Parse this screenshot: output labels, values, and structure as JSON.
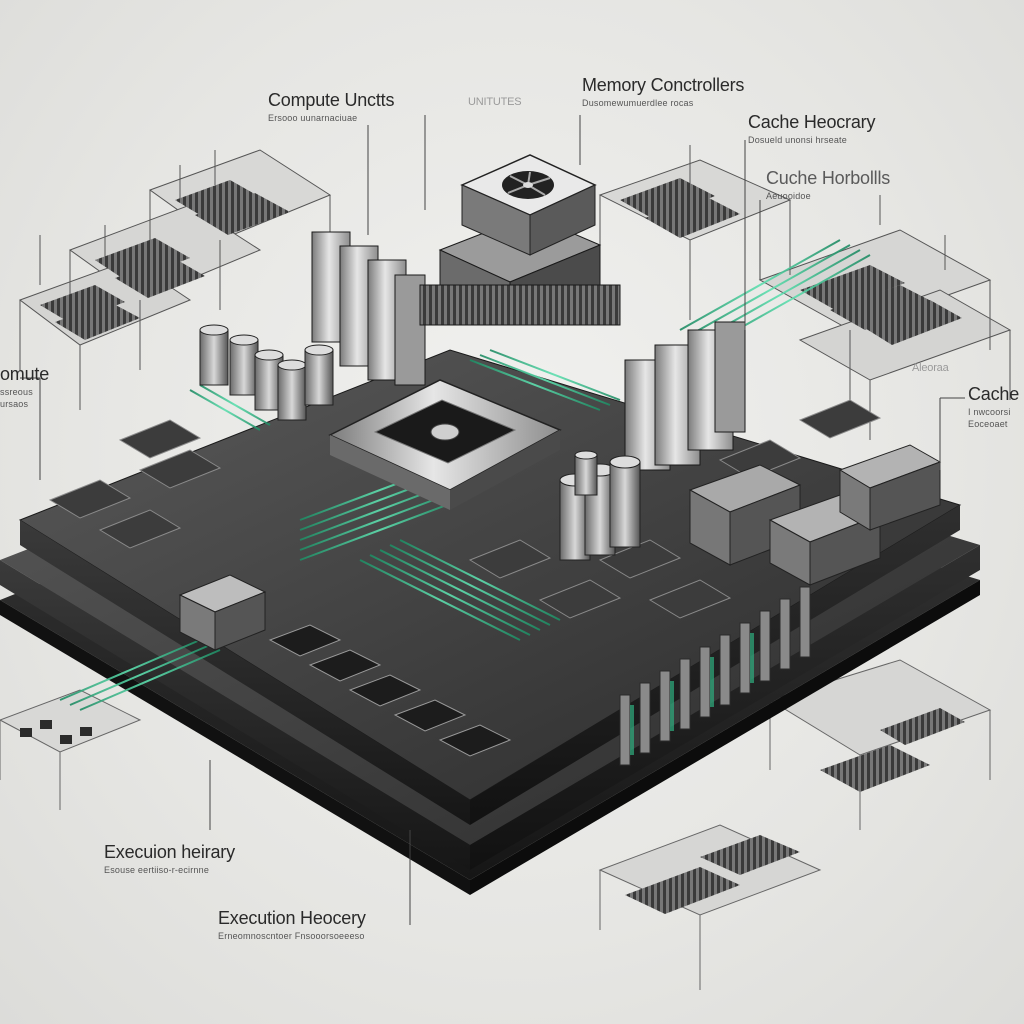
{
  "labels": {
    "compute_units": {
      "title": "Compute Unctts",
      "sub": "Ersooo uunarnaciuae"
    },
    "faint_top": {
      "title": "UNITUTES"
    },
    "memory_controllers": {
      "title": "Memory Conctrollers",
      "sub": "Dusomewumuerdlee rocas"
    },
    "cache_heocrary": {
      "title": "Cache Heocrary",
      "sub": "Dosueld unonsi hrseate"
    },
    "cache_horbolls": {
      "title": "Cuche Horbollls",
      "sub": "Aeuooidoe"
    },
    "compute_left": {
      "title": "omute",
      "sub": "ssreous"
    },
    "compute_left_sub2": {
      "title": "ursaos"
    },
    "cache_right": {
      "title": "Cache",
      "sub": "I nwcoorsi"
    },
    "cache_right_sub2": {
      "title": "Eoceoaet"
    },
    "execution_heirary": {
      "title": "Execuion heirary",
      "sub": "Esouse eertiiso-r-ecirnne"
    },
    "execution_heocery": {
      "title": "Execution Heocery",
      "sub": "Erneomnoscntoer Fnsooorsoeeeso"
    },
    "right_small": {
      "title": "Aleoraa"
    }
  },
  "colors": {
    "background": "#e6e6e3",
    "board_dark": "#2b2b2b",
    "board_mid": "#4a4a4a",
    "metal": "#b9b9b9",
    "trace_green": "#2fae7f",
    "ink": "#2a2a2a"
  },
  "icons": [
    "fan-icon",
    "heatsink-icon",
    "chip-icon",
    "capacitor-icon"
  ]
}
